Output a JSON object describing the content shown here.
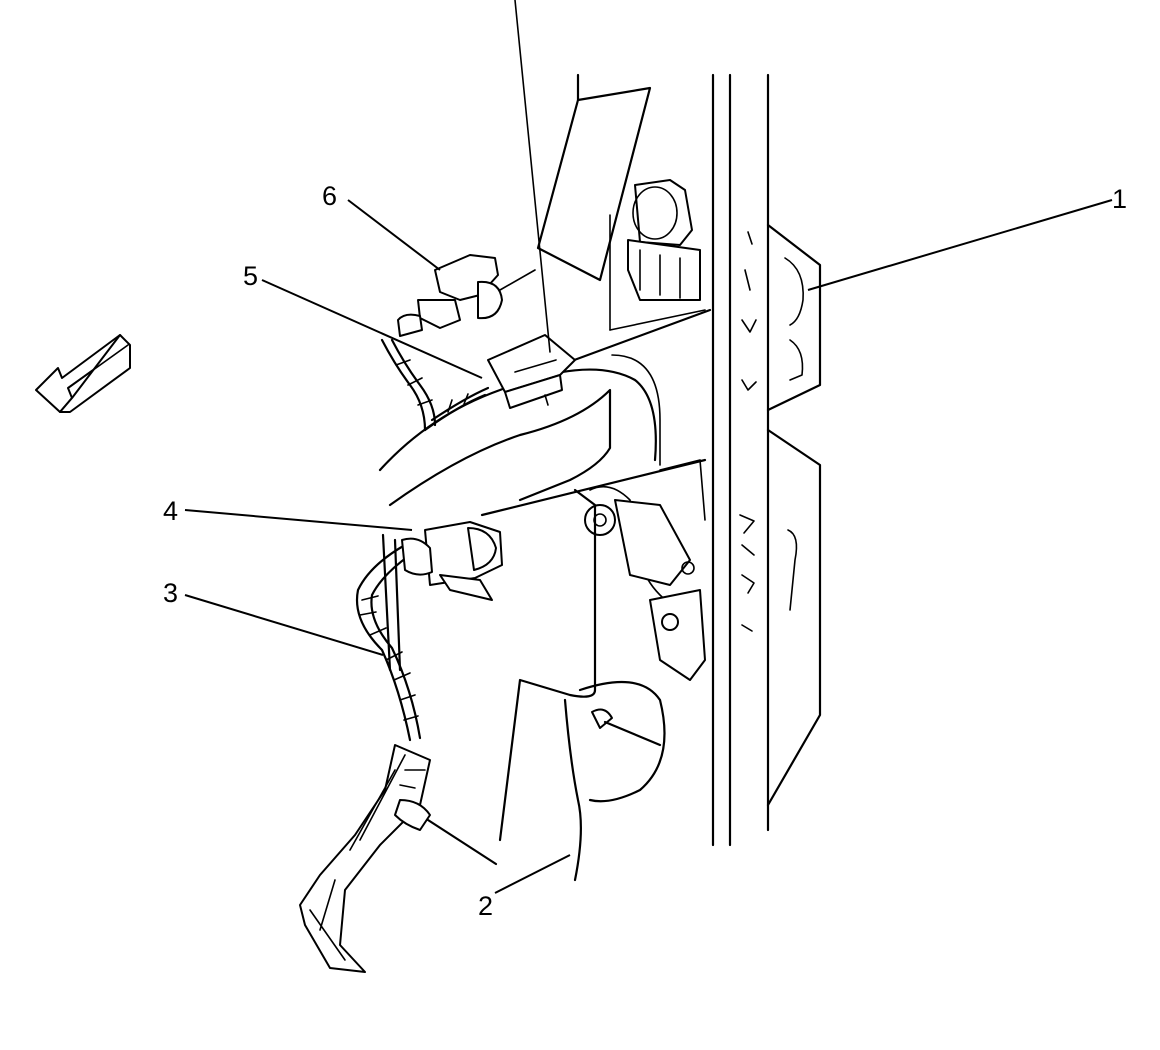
{
  "callouts": [
    {
      "id": "1",
      "label": "1"
    },
    {
      "id": "2",
      "label": "2"
    },
    {
      "id": "3",
      "label": "3"
    },
    {
      "id": "4",
      "label": "4"
    },
    {
      "id": "5",
      "label": "5"
    },
    {
      "id": "6",
      "label": "6"
    }
  ],
  "icons": {
    "direction": "front-direction-arrow-icon"
  }
}
